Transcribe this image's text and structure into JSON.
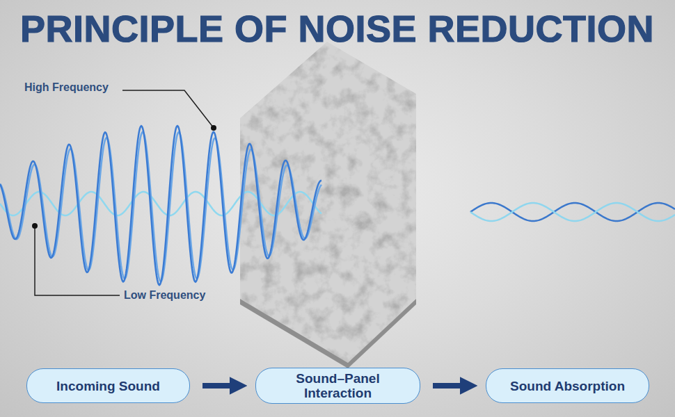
{
  "diagram": {
    "title": "PRINCIPLE OF NOISE REDUCTION",
    "nodes": [
      {
        "text": [
          "Incoming Sound"
        ]
      },
      {
        "text": [
          "Sound–Panel Interaction"
        ]
      },
      {
        "text": [
          "Sound Absorption"
        ]
      }
    ],
    "edges": [
      {
        "from": 0,
        "to": 1,
        "arrow": "to"
      },
      {
        "from": 1,
        "to": 2,
        "arrow": "to"
      }
    ],
    "labels": [
      "High Frequency",
      "Low Frequency"
    ]
  }
}
